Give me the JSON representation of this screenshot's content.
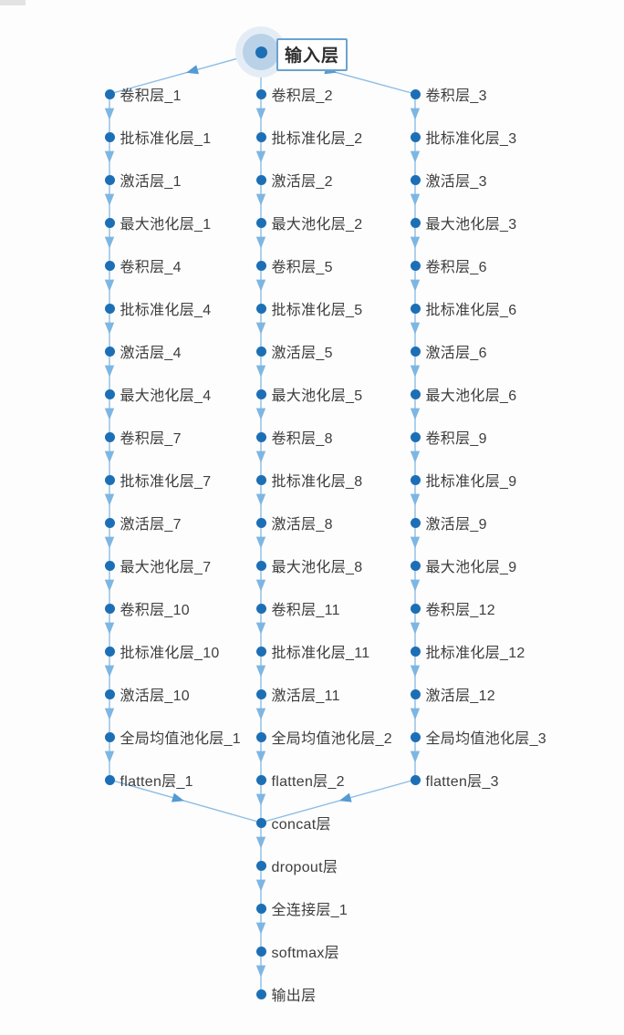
{
  "diagram": {
    "title_node": "输入层",
    "columns": [
      {
        "name": "branch-1",
        "layers": [
          "卷积层_1",
          "批标准化层_1",
          "激活层_1",
          "最大池化层_1",
          "卷积层_4",
          "批标准化层_4",
          "激活层_4",
          "最大池化层_4",
          "卷积层_7",
          "批标准化层_7",
          "激活层_7",
          "最大池化层_7",
          "卷积层_10",
          "批标准化层_10",
          "激活层_10",
          "全局均值池化层_1",
          "flatten层_1"
        ]
      },
      {
        "name": "branch-2",
        "layers": [
          "卷积层_2",
          "批标准化层_2",
          "激活层_2",
          "最大池化层_2",
          "卷积层_5",
          "批标准化层_5",
          "激活层_5",
          "最大池化层_5",
          "卷积层_8",
          "批标准化层_8",
          "激活层_8",
          "最大池化层_8",
          "卷积层_11",
          "批标准化层_11",
          "激活层_11",
          "全局均值池化层_2",
          "flatten层_2"
        ]
      },
      {
        "name": "branch-3",
        "layers": [
          "卷积层_3",
          "批标准化层_3",
          "激活层_3",
          "最大池化层_3",
          "卷积层_6",
          "批标准化层_6",
          "激活层_6",
          "最大池化层_6",
          "卷积层_9",
          "批标准化层_9",
          "激活层_9",
          "最大池化层_9",
          "卷积层_12",
          "批标准化层_12",
          "激活层_12",
          "全局均值池化层_3",
          "flatten层_3"
        ]
      }
    ],
    "tail_layers": [
      "concat层",
      "dropout层",
      "全连接层_1",
      "softmax层",
      "输出层"
    ],
    "colors": {
      "background": "#fdfdfd",
      "node_dot": "#1d6fb5",
      "edge_line": "#8bbde5",
      "arrow_vertical": "#7eb6e2",
      "arrow_diagonal": "#539bd3",
      "label_text": "#3e3e3e",
      "input_box_border": "#6ba3cf",
      "halo_inner": "#b9d2e7",
      "halo_outer": "#e4edf5"
    }
  }
}
